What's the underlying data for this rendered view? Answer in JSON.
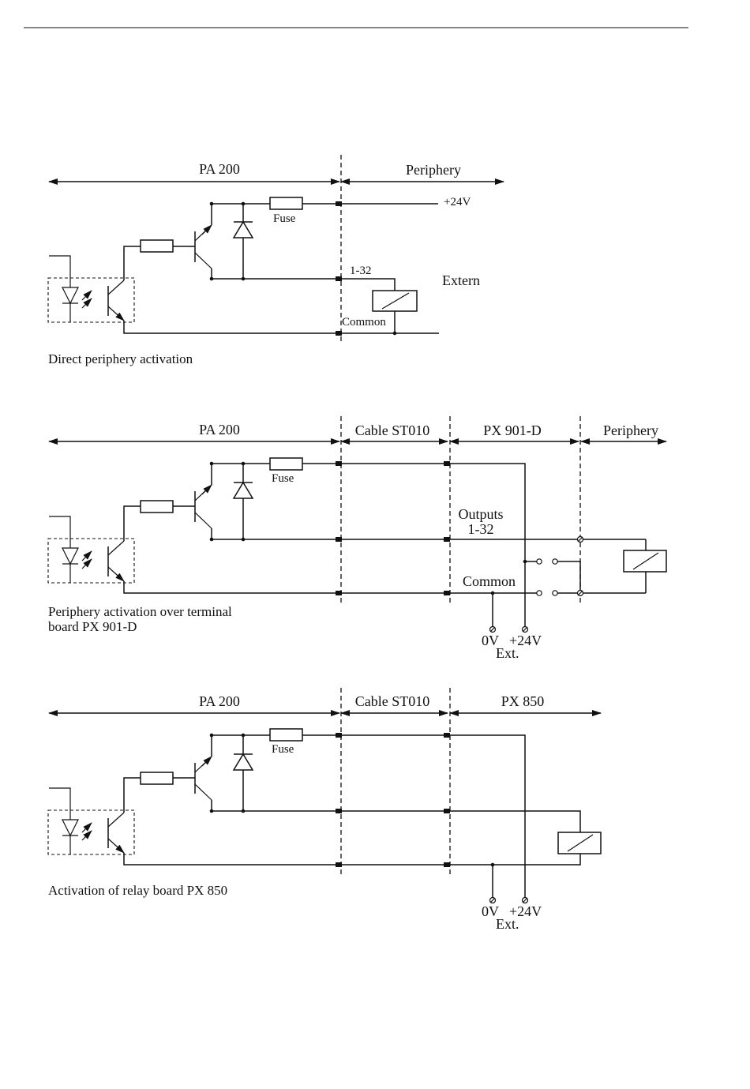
{
  "diagrams": [
    {
      "caption": "Direct periphery activation",
      "sections": [
        "PA 200",
        "Periphery"
      ],
      "fuse": "Fuse",
      "supply": "+24V",
      "output": "1-32",
      "extern": "Extern",
      "common": "Common"
    },
    {
      "caption_line1": "Periphery activation over terminal",
      "caption_line2": "board PX 901-D",
      "sections": [
        "PA 200",
        "Cable ST010",
        "PX 901-D",
        "Periphery"
      ],
      "fuse": "Fuse",
      "outputs_line1": "Outputs",
      "outputs_line2": "1-32",
      "common": "Common",
      "zero_v": "0V",
      "plus24": "+24V",
      "ext": "Ext."
    },
    {
      "caption": "Activation of relay board PX 850",
      "sections": [
        "PA 200",
        "Cable ST010",
        "PX 850"
      ],
      "fuse": "Fuse",
      "zero_v": "0V",
      "plus24": "+24V",
      "ext": "Ext."
    }
  ]
}
